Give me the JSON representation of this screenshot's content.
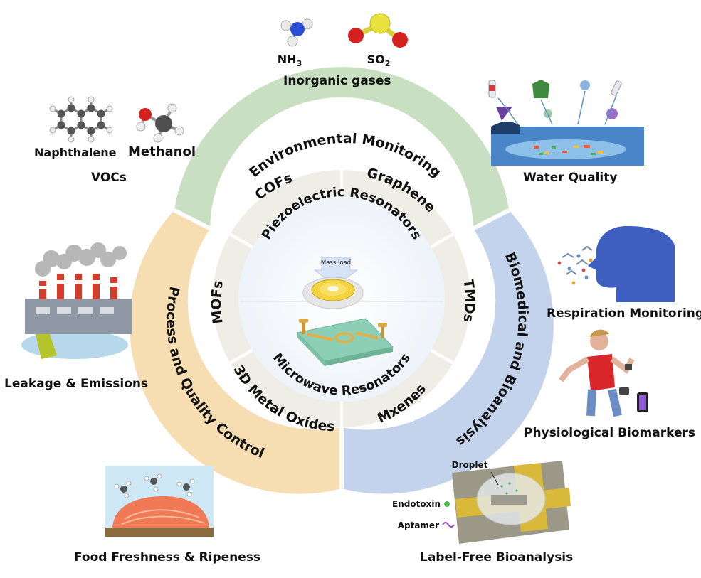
{
  "ring_outer": {
    "environmental": "Environmental Monitoring",
    "biomedical": "Biomedical and Bioanalysis",
    "process": "Process and Quality Control"
  },
  "ring_materials": {
    "cofs": "COFs",
    "graphene": "Graphene",
    "tmds": "TMDs",
    "mxenes": "Mxenes",
    "metal_oxides": "3D Metal Oxides",
    "mofs": "MOFs"
  },
  "center": {
    "piezo": "Piezoelectric Resonators",
    "microwave": "Microwave Resonators",
    "mass_load": "Mass load"
  },
  "applications": {
    "inorganic": {
      "title": "Inorganic gases",
      "nh3_base": "NH",
      "nh3_sub": "3",
      "so2_base": "SO",
      "so2_sub": "2"
    },
    "vocs": {
      "title": "VOCs",
      "naphthalene": "Naphthalene",
      "methanol": "Methanol"
    },
    "water": "Water Quality",
    "respiration": "Respiration Monitoring",
    "leakage": "Leakage & Emissions",
    "physiological": "Physiological Biomarkers",
    "food": "Food Freshness & Ripeness",
    "label_free": {
      "title": "Label-Free Bioanalysis",
      "droplet": "Droplet",
      "endotoxin": "Endotoxin",
      "aptamer": "Aptamer"
    }
  },
  "colors": {
    "environmental": "#c9dfc1",
    "biomedical": "#c3d3ec",
    "process": "#f6ddb2",
    "material_ring": "#efeee6"
  }
}
